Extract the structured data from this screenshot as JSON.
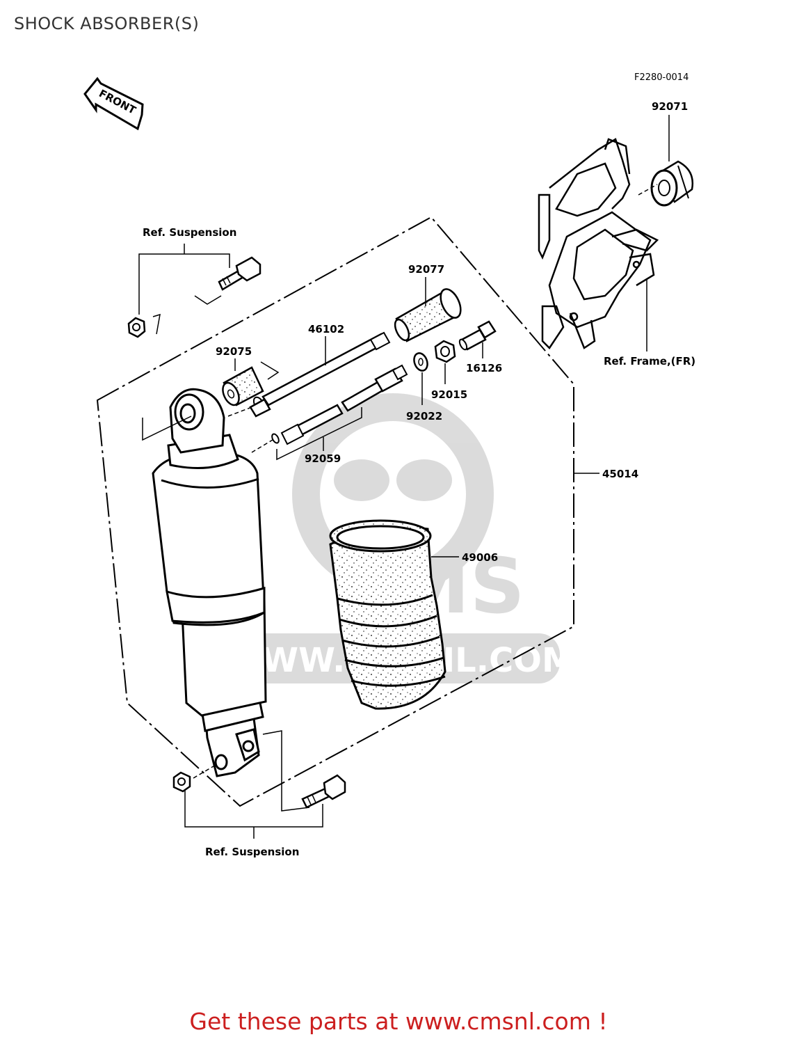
{
  "page": {
    "title": "SHOCK ABSORBER(S)"
  },
  "diagram": {
    "figure_code": "F2280-0014",
    "front_marker": "FRONT",
    "watermark": {
      "brand": "CMS",
      "url": "WWW.CMSNL.COM"
    },
    "ref_labels": {
      "suspension_top": "Ref. Suspension",
      "suspension_bottom": "Ref. Suspension",
      "frame": "Ref. Frame,(FR)"
    },
    "part_numbers": {
      "p92071": "92071",
      "p92077": "92077",
      "p46102": "46102",
      "p92075": "92075",
      "p16126": "16126",
      "p92015": "92015",
      "p92022": "92022",
      "p92059": "92059",
      "p45014": "45014",
      "p49006": "49006"
    }
  },
  "footer": {
    "cta": "Get these parts at www.cmsnl.com !"
  },
  "colors": {
    "footer_text": "#cc1f1f",
    "line": "#000000",
    "watermark": "#d8d8d8"
  }
}
